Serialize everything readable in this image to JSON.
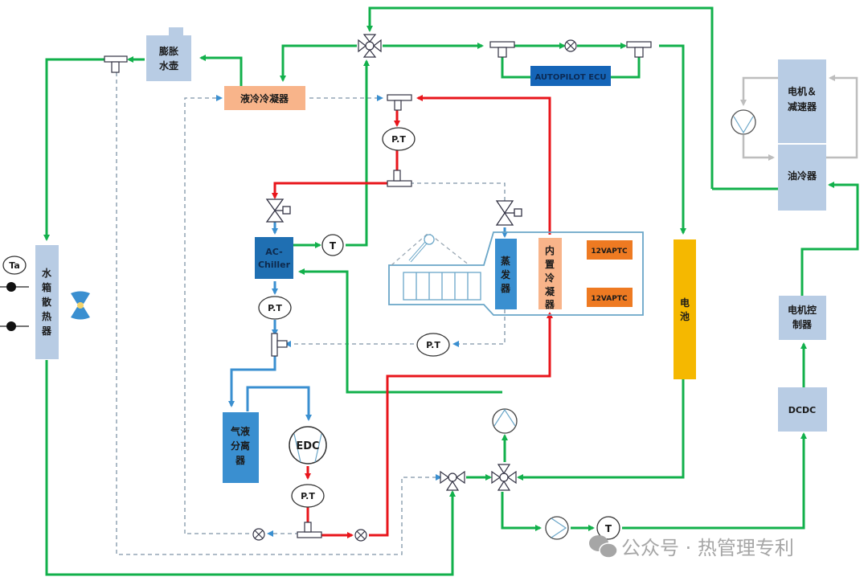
{
  "title": "热管理系统回路示意图",
  "colors": {
    "coolant": "#12b04b",
    "refrigerant_hot": "#e8151b",
    "refrigerant_cold": "#3a8fd0",
    "signal_dashed": "#7f95a8",
    "oil_loop": "#bdbdbd",
    "component_grey_blue": "#b8cce4",
    "chiller_blue": "#1f6fb2",
    "evaporator_blue": "#3a8fd0",
    "condenser_orange": "#f8b48a",
    "ptc_orange": "#ee7a22",
    "battery_yellow": "#f5b800",
    "ecu_blue": "#1565b8"
  },
  "components": {
    "expansion_tank": "膨胀水壶",
    "liquid_condenser": "液冷冷凝器",
    "autopilot_ecu": "AUTOPILOT ECU",
    "motor_reducer": "电机＆减速器",
    "oil_cooler": "油冷器",
    "radiator": "水箱散热器",
    "ac_chiller": "AC-Chiller",
    "evaporator": "蒸发器",
    "inner_condenser": "内置冷凝器",
    "ptc_1": "12VAPTC",
    "ptc_2": "12VAPTC",
    "battery": "电池",
    "motor_controller": "电机控制器",
    "dcdc": "DCDC",
    "gas_liquid_separator": "气液分离器",
    "compressor": "EDC"
  },
  "sensors": {
    "ambient": "Ta",
    "temperature": "T",
    "pressure_temperature": "P.T"
  },
  "watermark": "公众号 · 热管理专利"
}
